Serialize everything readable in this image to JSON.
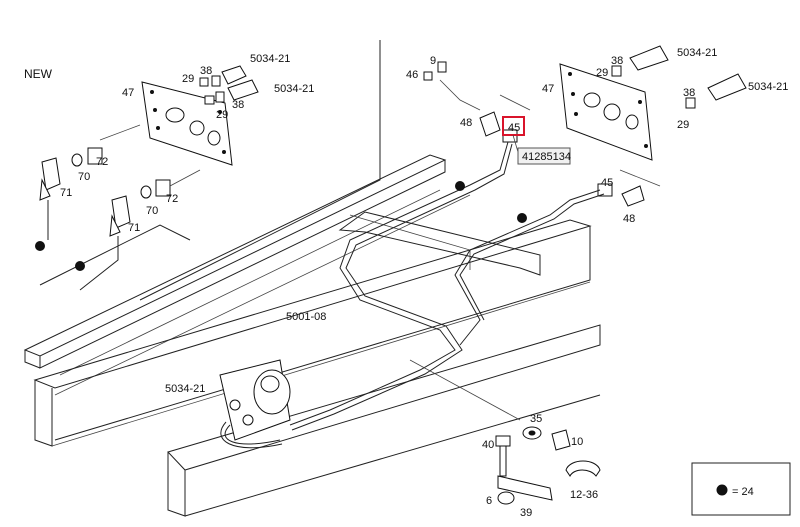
{
  "new_label": "NEW",
  "callouts": {
    "c47_left": "47",
    "c29_left_top": "29",
    "c38_left_top": "38",
    "c5034_left_top": "5034-21",
    "c38_left_mid": "38",
    "c5034_left_mid": "5034-21",
    "c29_left_mid": "29",
    "c72_top": "72",
    "c70_top": "70",
    "c71_top": "71",
    "c70_mid": "70",
    "c72_mid": "72",
    "c71_mid": "71",
    "c9": "9",
    "c46": "46",
    "c48_left": "48",
    "c45_highlight": "45",
    "c47_right": "47",
    "c38_right_top": "38",
    "c29_right_top": "29",
    "c5034_right_top": "5034-21",
    "c38_right_mid": "38",
    "c5034_right_mid": "5034-21",
    "c29_right_mid": "29",
    "c45_right": "45",
    "c48_right": "48",
    "c5001": "5001-08",
    "c5034_bottom": "5034-21",
    "c35": "35",
    "c40": "40",
    "c10": "10",
    "c6": "6",
    "c39": "39",
    "c12_36": "12-36"
  },
  "part_tag": "41285134",
  "legend": {
    "symbol": "bullet-icon",
    "text": "= 24"
  },
  "colors": {
    "highlight": "#d9142b",
    "line": "#222222"
  }
}
